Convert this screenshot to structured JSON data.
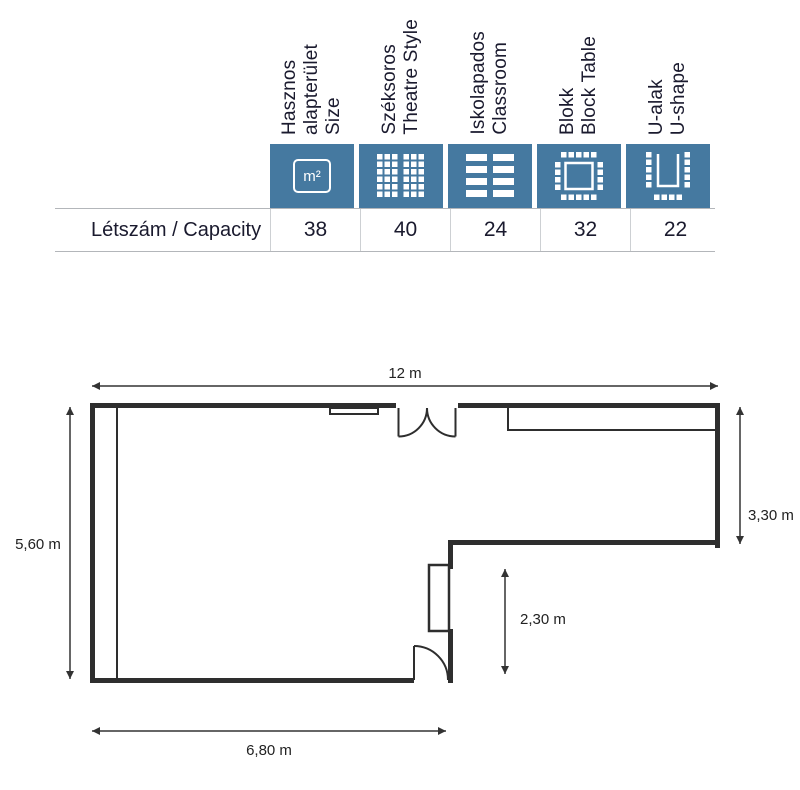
{
  "table": {
    "accent_color": "#4579A0",
    "row_label": "Létszám / Capacity",
    "m2_label": "m²",
    "columns": [
      {
        "id": "size",
        "label_lines": [
          "Hasznos",
          "alapterület",
          "Size"
        ],
        "icon": "m2-icon",
        "value": "38"
      },
      {
        "id": "theatre",
        "label_lines": [
          "Széksoros",
          "Theatre Style"
        ],
        "icon": "theatre-style-icon",
        "value": "40"
      },
      {
        "id": "classroom",
        "label_lines": [
          "Iskolapados",
          "Classroom"
        ],
        "icon": "classroom-icon",
        "value": "24"
      },
      {
        "id": "block",
        "label_lines": [
          "Blokk",
          "Block Table"
        ],
        "icon": "block-table-icon",
        "value": "32"
      },
      {
        "id": "ushape",
        "label_lines": [
          "U-alak",
          "U-shape"
        ],
        "icon": "u-shape-icon",
        "value": "22"
      }
    ]
  },
  "floorplan": {
    "dim_top": "12 m",
    "dim_left": "5,60 m",
    "dim_right": "3,30 m",
    "dim_inner": "2,30 m",
    "dim_bottom": "6,80 m"
  }
}
